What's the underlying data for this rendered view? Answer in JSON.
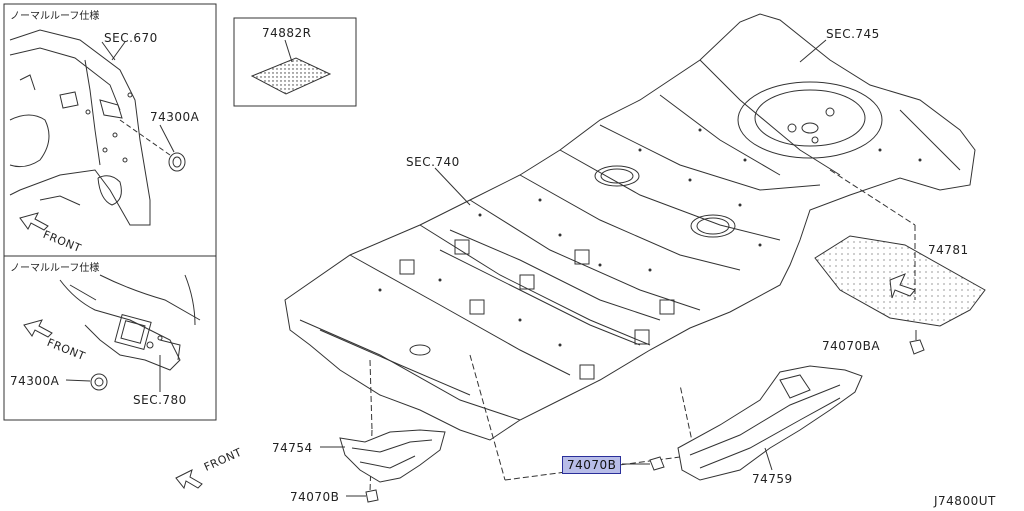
{
  "inset_top": {
    "note": "ノーマルルーフ仕様",
    "sec_label": "SEC.670",
    "part_label": "74300A",
    "front_label": "FRONT"
  },
  "inset_bottom": {
    "note": "ノーマルルーフ仕様",
    "part_label": "74300A",
    "sec_label": "SEC.780",
    "front_label": "FRONT"
  },
  "pad_box": {
    "part_label": "74882R"
  },
  "main": {
    "sec_745": "SEC.745",
    "sec_740": "SEC.740",
    "p_74781": "74781",
    "p_74070BA": "74070BA",
    "p_74754": "74754",
    "p_74070B_bottom": "74070B",
    "p_74070B_highlight": "74070B",
    "p_74759": "74759",
    "front_label": "FRONT",
    "diagram_code": "J74800UT"
  },
  "colors": {
    "highlight_fill": "#b8bde8",
    "highlight_border": "#2a2f9a",
    "line": "#333333"
  }
}
